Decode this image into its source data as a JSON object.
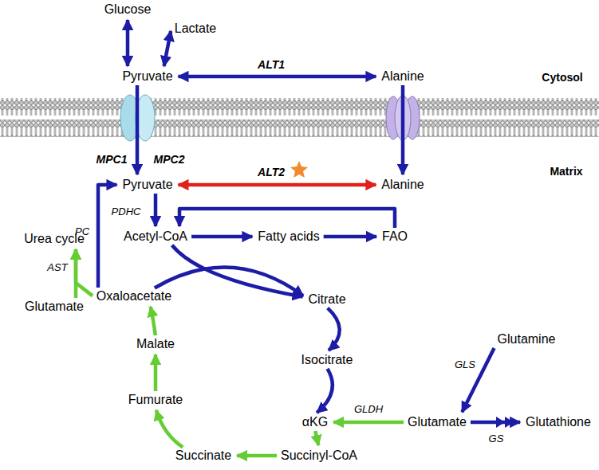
{
  "diagram": {
    "nodes": [
      {
        "text": [
          "Glucose"
        ]
      },
      {
        "text": [
          "Lactate"
        ]
      },
      {
        "text": [
          "Pyruvate"
        ]
      },
      {
        "text": [
          "Alanine"
        ]
      },
      {
        "text": [
          "Pyruvate"
        ]
      },
      {
        "text": [
          "Alanine"
        ]
      },
      {
        "text": [
          "Acetyl-CoA"
        ]
      },
      {
        "text": [
          "Fatty acids"
        ]
      },
      {
        "text": [
          "FAO"
        ]
      },
      {
        "text": [
          "Urea cycle"
        ]
      },
      {
        "text": [
          "Glutamate"
        ]
      },
      {
        "text": [
          "Oxaloacetate"
        ]
      },
      {
        "text": [
          "Citrate"
        ]
      },
      {
        "text": [
          "Isocitrate"
        ]
      },
      {
        "text": [
          "Malate"
        ]
      },
      {
        "text": [
          "Fumurate"
        ]
      },
      {
        "text": [
          "αKG"
        ]
      },
      {
        "text": [
          "Glutamine"
        ]
      },
      {
        "text": [
          "Glutamate"
        ]
      },
      {
        "text": [
          "Glutathione"
        ]
      },
      {
        "text": [
          "Succinate"
        ]
      },
      {
        "text": [
          "Succinyl-CoA"
        ]
      }
    ],
    "edges": [
      {
        "from": 0,
        "to": 2,
        "arrow": "both"
      },
      {
        "from": 2,
        "to": 1,
        "arrow": "both"
      },
      {
        "from": 2,
        "to": 3,
        "arrow": "both",
        "label": "ALT1"
      },
      {
        "from": 2,
        "to": 4,
        "arrow": "to"
      },
      {
        "from": 3,
        "to": 5,
        "arrow": "to"
      },
      {
        "from": 4,
        "to": 5,
        "arrow": "both",
        "label": "ALT2"
      },
      {
        "from": 4,
        "to": 6,
        "arrow": "to",
        "label": "PDHC"
      },
      {
        "from": 11,
        "to": 4,
        "arrow": "to",
        "label": "PC"
      },
      {
        "from": 6,
        "to": 7,
        "arrow": "to"
      },
      {
        "from": 7,
        "to": 8,
        "arrow": "to"
      },
      {
        "from": 8,
        "to": 6,
        "arrow": "to"
      },
      {
        "from": 6,
        "to": 12,
        "arrow": "to"
      },
      {
        "from": 11,
        "to": 12,
        "arrow": "to"
      },
      {
        "from": 12,
        "to": 13,
        "arrow": "to"
      },
      {
        "from": 13,
        "to": 16,
        "arrow": "to"
      },
      {
        "from": 16,
        "to": 21,
        "arrow": "to"
      },
      {
        "from": 21,
        "to": 20,
        "arrow": "to"
      },
      {
        "from": 20,
        "to": 15,
        "arrow": "to"
      },
      {
        "from": 15,
        "to": 14,
        "arrow": "to"
      },
      {
        "from": 14,
        "to": 11,
        "arrow": "to"
      },
      {
        "from": 17,
        "to": 18,
        "arrow": "to",
        "label": "GLS"
      },
      {
        "from": 18,
        "to": 19,
        "arrow": "to",
        "label": "GS"
      },
      {
        "from": 18,
        "to": 16,
        "arrow": "to",
        "label": "GLDH"
      },
      {
        "from": 11,
        "to": 9,
        "arrow": "to",
        "label": "AST"
      },
      {
        "from": 10,
        "to": 9,
        "arrow": "to"
      }
    ],
    "labels": [
      "Cytosol",
      "Matrix",
      "MPC1",
      "MPC2"
    ]
  }
}
